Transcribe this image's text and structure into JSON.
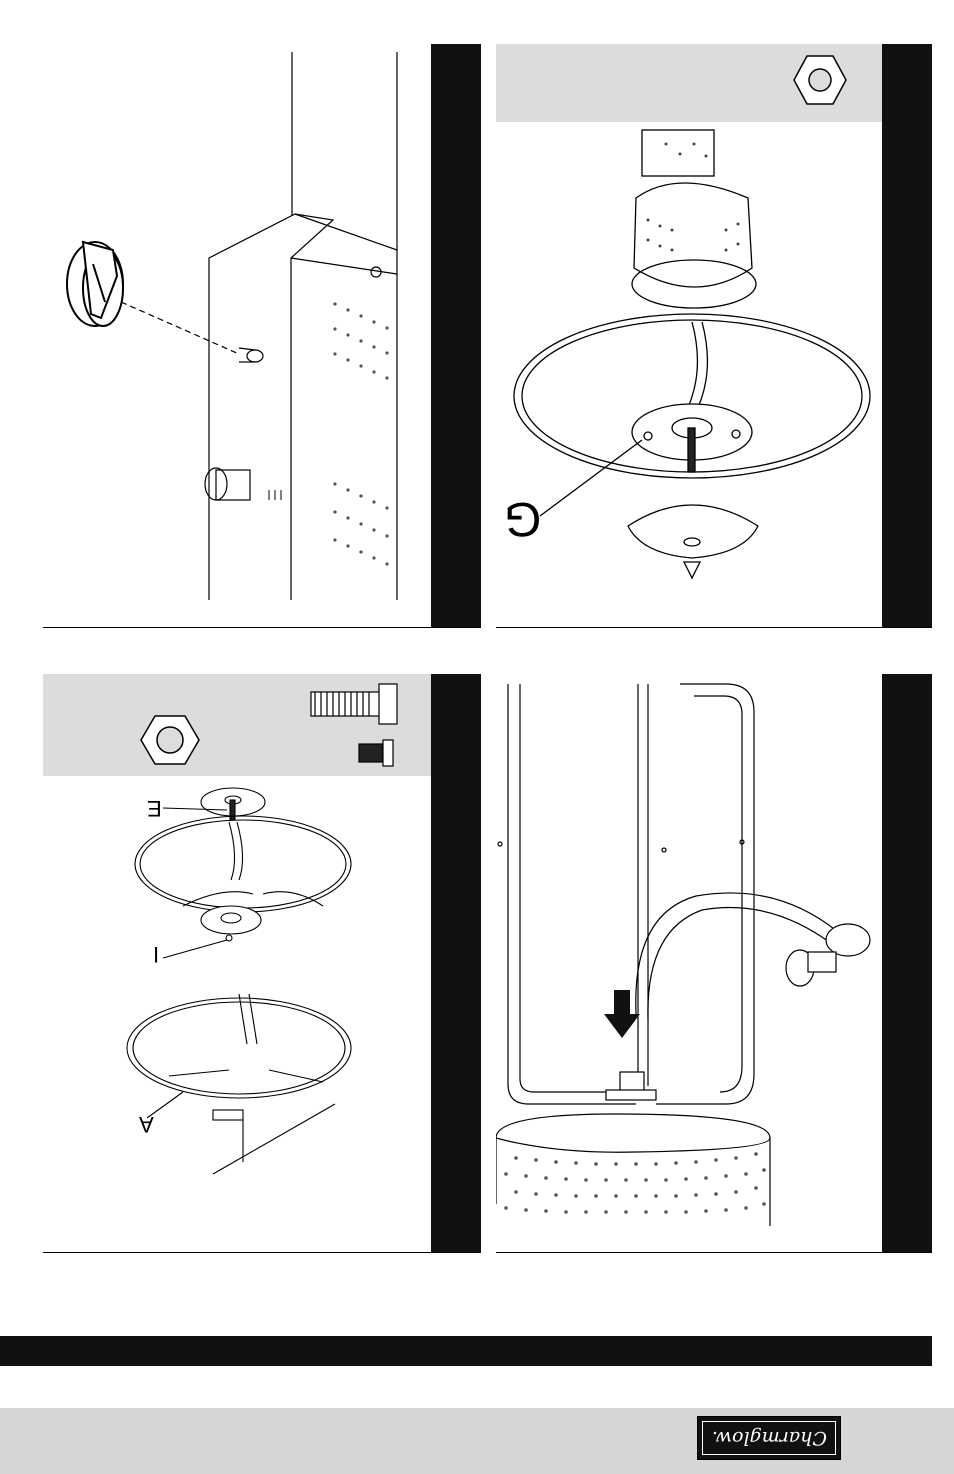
{
  "figures": {
    "top_right": {
      "part_label": "G"
    },
    "bottom_left": {
      "part_label_top": "E",
      "part_label_mid": "I",
      "part_label_bottom": "A"
    }
  },
  "brand": {
    "logo_text": "Charmglow."
  },
  "icons": [
    "hex-nut-icon",
    "bolt-icon",
    "screw-icon",
    "down-arrow-icon",
    "control-knob-icon"
  ]
}
